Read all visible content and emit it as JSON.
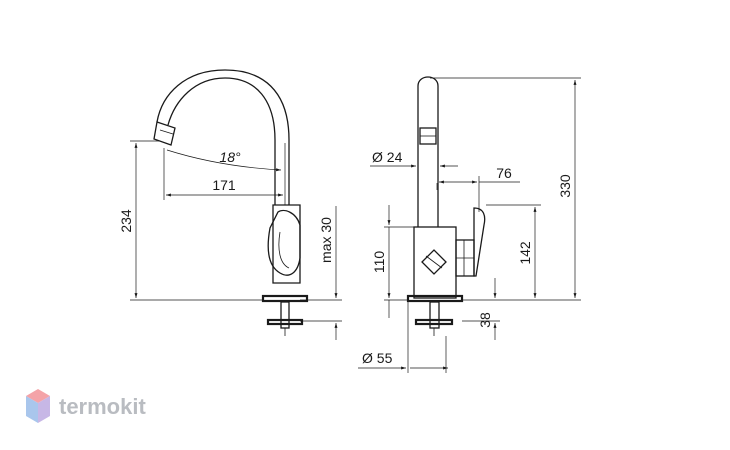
{
  "dimensions": {
    "height_total": "330",
    "spout_height": "234",
    "reach": "171",
    "swivel_angle": "18°",
    "max_deck": "max 30",
    "base_height": "110",
    "spout_diameter": "Ø 24",
    "handle_offset": "76",
    "handle_height": "142",
    "tail_length": "38",
    "base_diameter": "Ø 55"
  },
  "watermark": {
    "brand": "termokit",
    "colors": {
      "top": "#f4a3a8",
      "left": "#a9c6ec",
      "right": "#c7b7e6"
    }
  }
}
